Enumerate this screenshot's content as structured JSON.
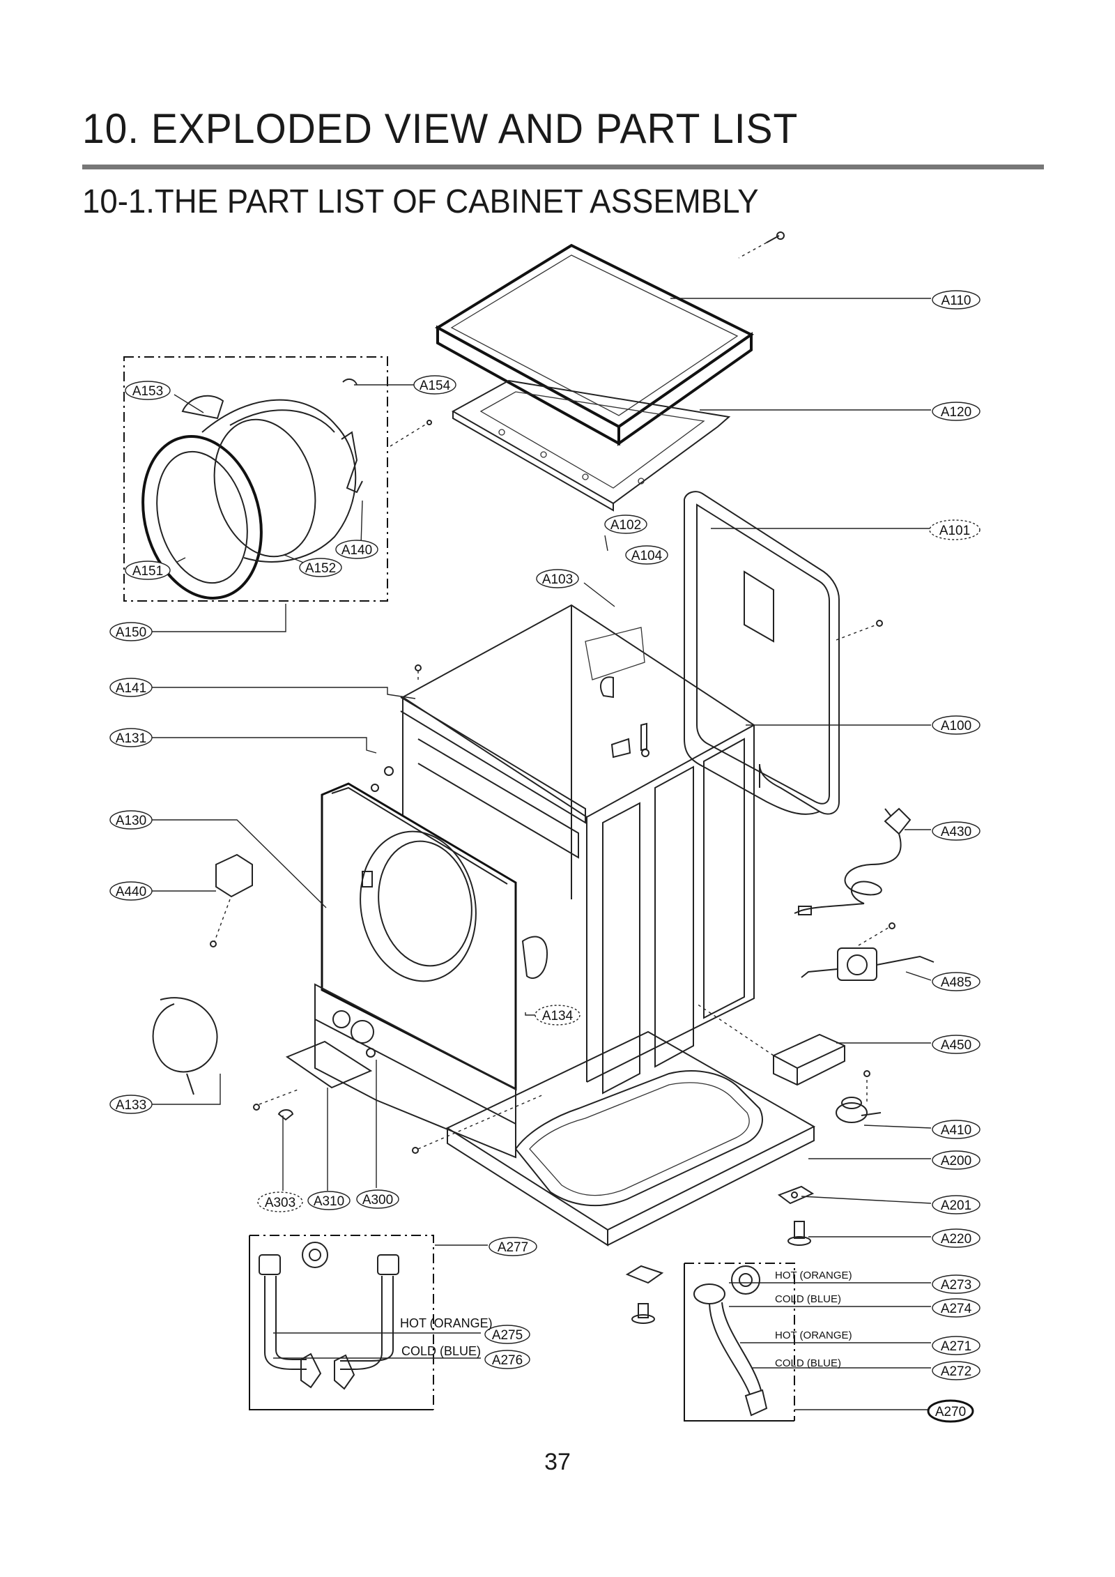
{
  "page": {
    "title": "10. EXPLODED VIEW AND PART LIST",
    "subtitle": "10-1.THE PART LIST OF CABINET ASSEMBLY",
    "page_number": "37"
  },
  "callouts": {
    "A110": "A110",
    "A120": "A120",
    "A101": "A101",
    "A100": "A100",
    "A430": "A430",
    "A485": "A485",
    "A450": "A450",
    "A410": "A410",
    "A200": "A200",
    "A201": "A201",
    "A220": "A220",
    "A277": "A277",
    "A275": "A275",
    "A276": "A276",
    "A273": "A273",
    "A274": "A274",
    "A271": "A271",
    "A272": "A272",
    "A270": "A270",
    "A153": "A153",
    "A154": "A154",
    "A151": "A151",
    "A152": "A152",
    "A140": "A140",
    "A150": "A150",
    "A141": "A141",
    "A131": "A131",
    "A130": "A130",
    "A440": "A440",
    "A133": "A133",
    "A134": "A134",
    "A102": "A102",
    "A104": "A104",
    "A103": "A103",
    "A303": "A303",
    "A310": "A310",
    "A300": "A300"
  },
  "hose_labels": {
    "left_hot": "HOT (ORANGE)",
    "left_cold": "COLD (BLUE)",
    "right_hot_1": "HOT (ORANGE)",
    "right_cold_1": "COLD (BLUE)",
    "right_hot_2": "HOT (ORANGE)",
    "right_cold_2": "COLD (BLUE)"
  }
}
